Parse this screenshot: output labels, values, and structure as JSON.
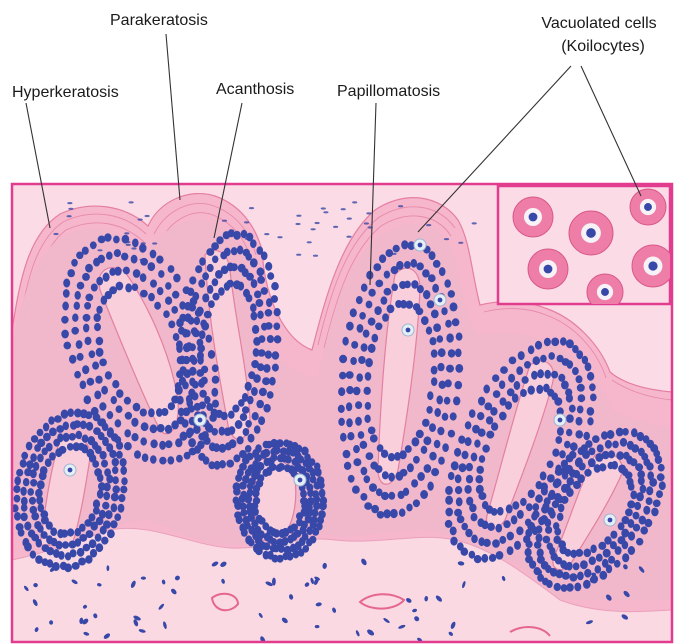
{
  "labels": {
    "parakeratosis": "Parakeratosis",
    "hyperkeratosis": "Hyperkeratosis",
    "acanthosis": "Acanthosis",
    "papillomatosis": "Papillomatosis",
    "vacuolated_line1": "Vacuolated cells",
    "vacuolated_line2": "(Koilocytes)"
  },
  "colors": {
    "frame": "#e23c8f",
    "keratin": "#f3a9c4",
    "epidermis_bg": "#f7c6d6",
    "dermis": "#f8d3df",
    "nucleus": "#3848a8",
    "koilocyte_cytoplasm": "#ee7ea8",
    "leader_line": "#333333"
  }
}
